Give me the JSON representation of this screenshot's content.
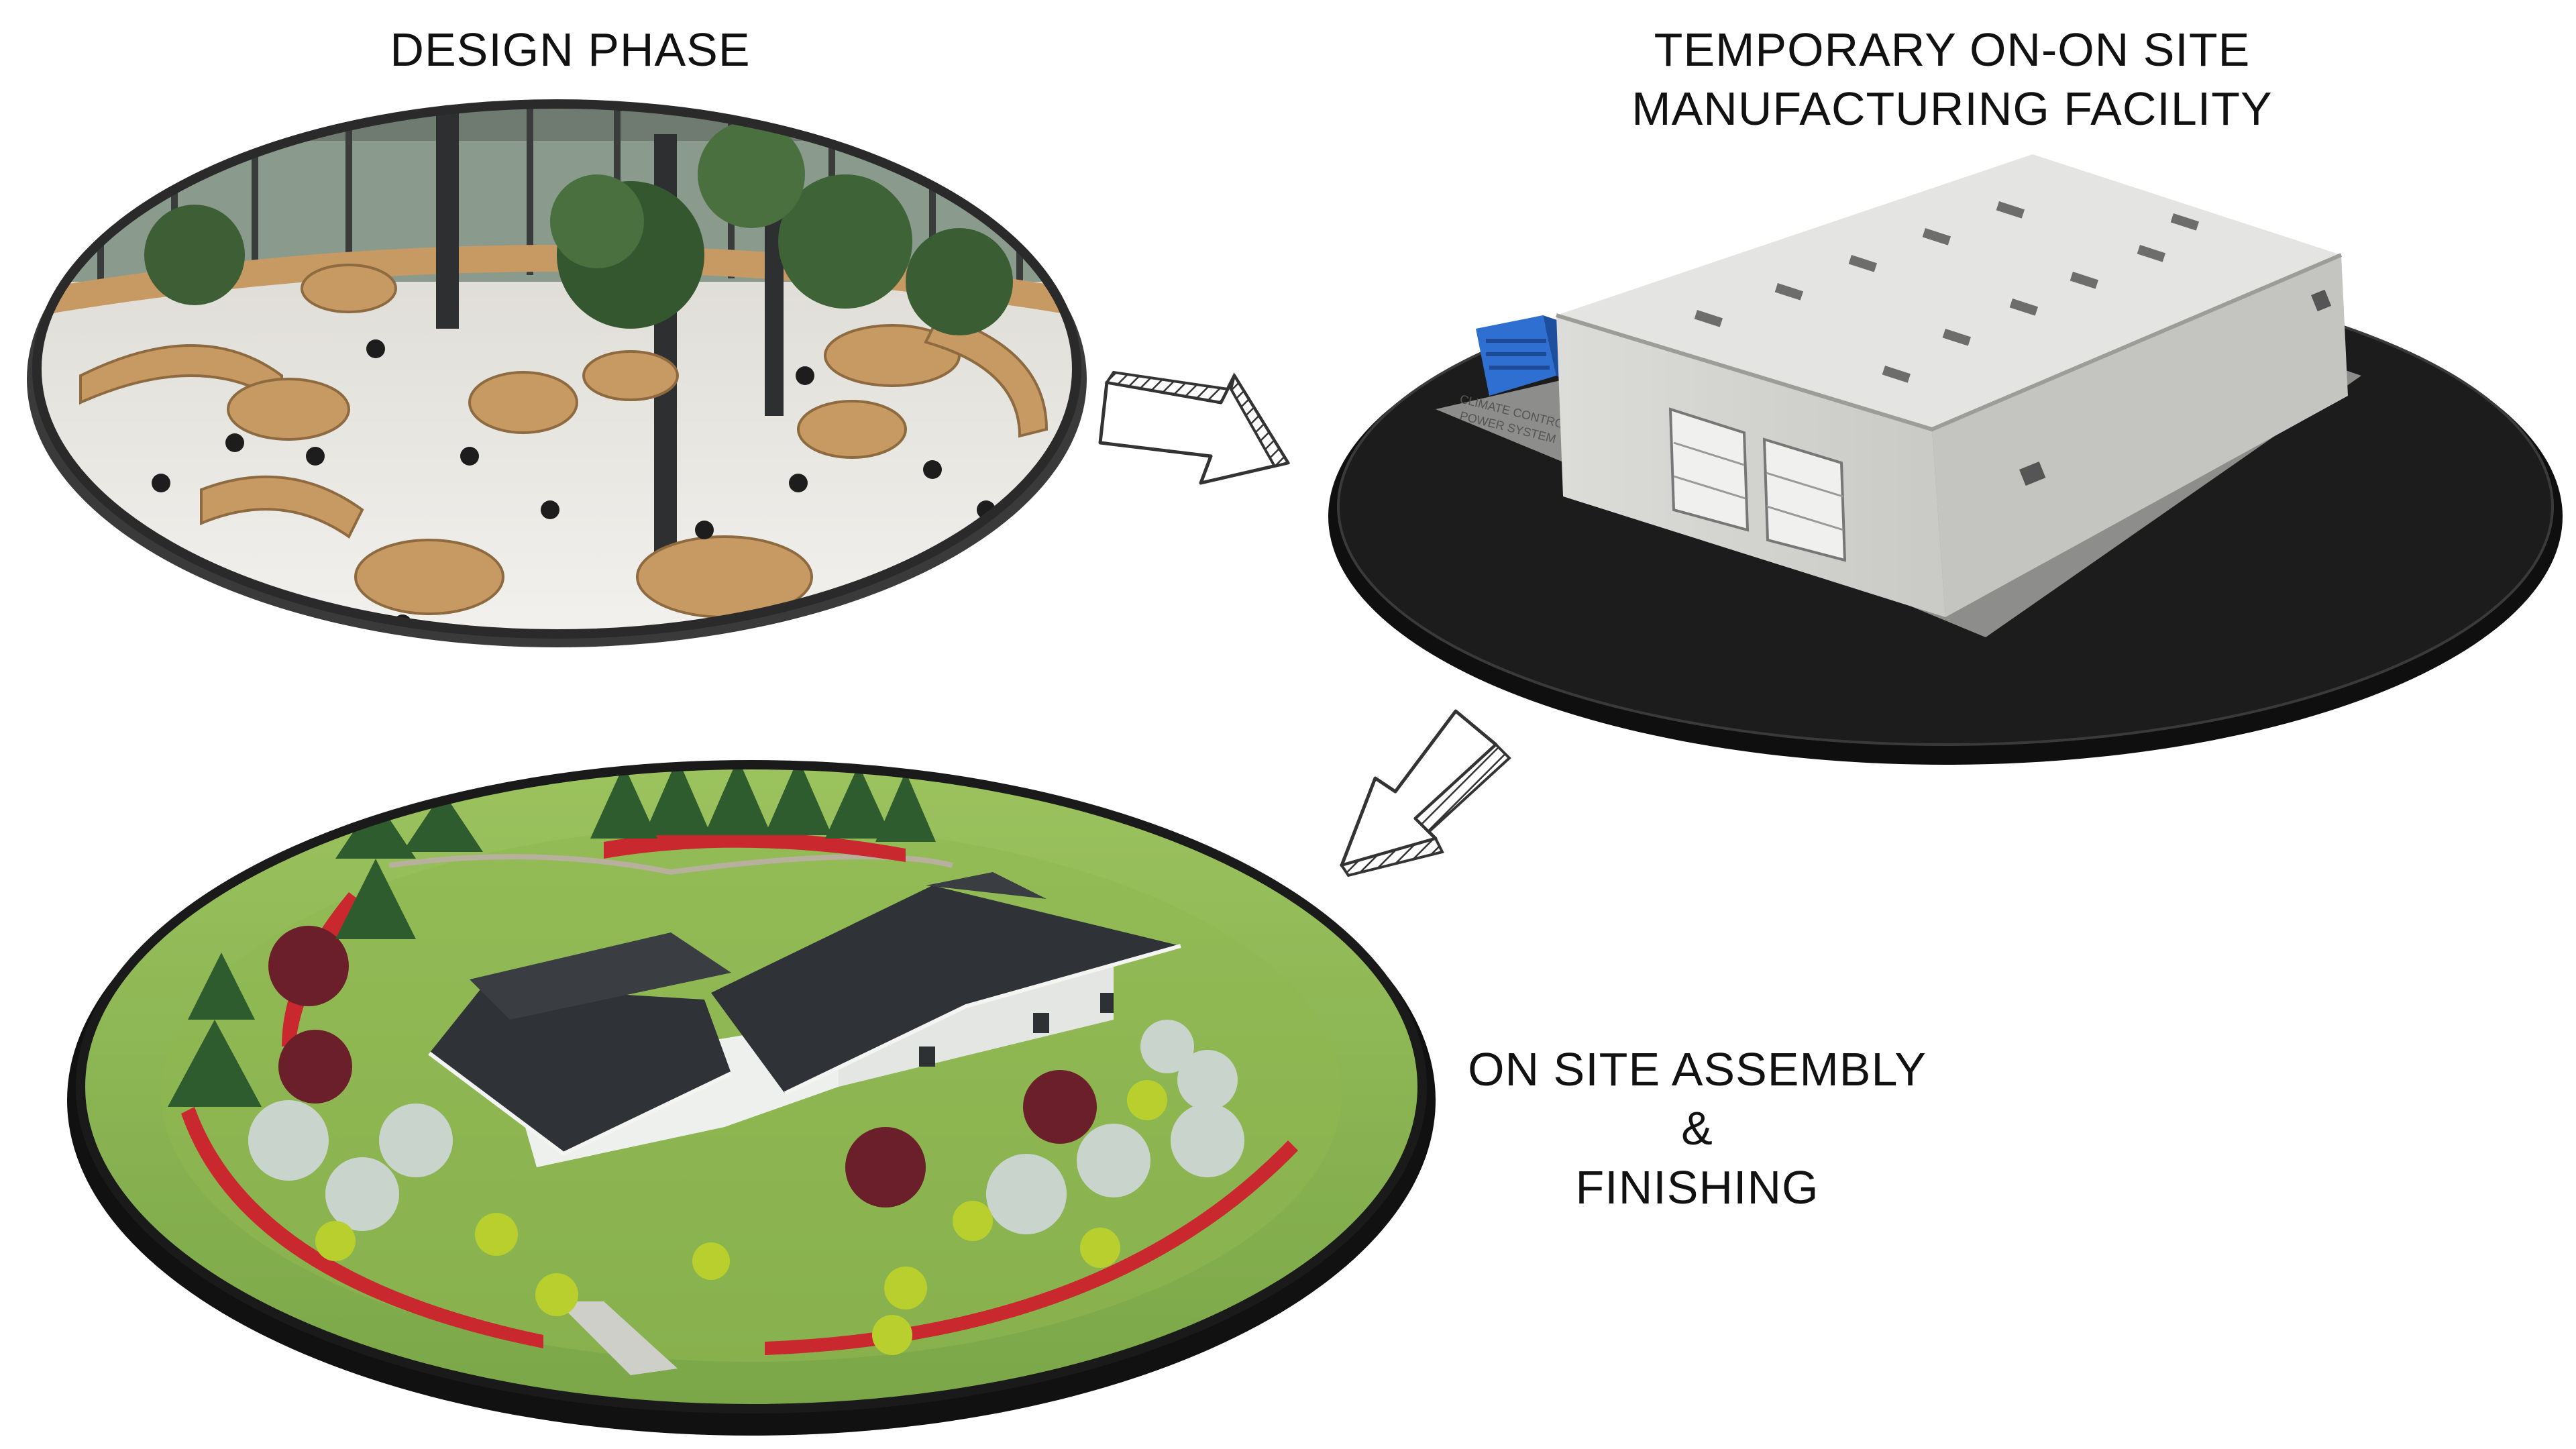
{
  "stages": [
    {
      "id": "design",
      "lines": [
        "DESIGN PHASE"
      ]
    },
    {
      "id": "facility",
      "lines": [
        "TEMPORARY ON-ON SITE",
        "MANUFACTURING FACILITY"
      ]
    },
    {
      "id": "assembly",
      "lines": [
        "ON SITE ASSEMBLY",
        "&",
        "FINISHING"
      ]
    }
  ],
  "facility_sign": [
    "CLIMATE CONTROL",
    "POWER SYSTEM"
  ],
  "flow": [
    "design-to-facility",
    "facility-to-assembly"
  ],
  "colors": {
    "label_text": "#111111",
    "office_floor": "#e8e6e2",
    "office_wood": "#c89a63",
    "facility_disc": "#1c1c1c",
    "building_wall": "#d9d9d6",
    "building_roof": "#e4e4e2",
    "climate_unit": "#2e6fd1",
    "lawn": "#86b24e",
    "roof_dark": "#2f3236",
    "hedge_red": "#c8282e",
    "tree_green": "#3f6e3a"
  }
}
